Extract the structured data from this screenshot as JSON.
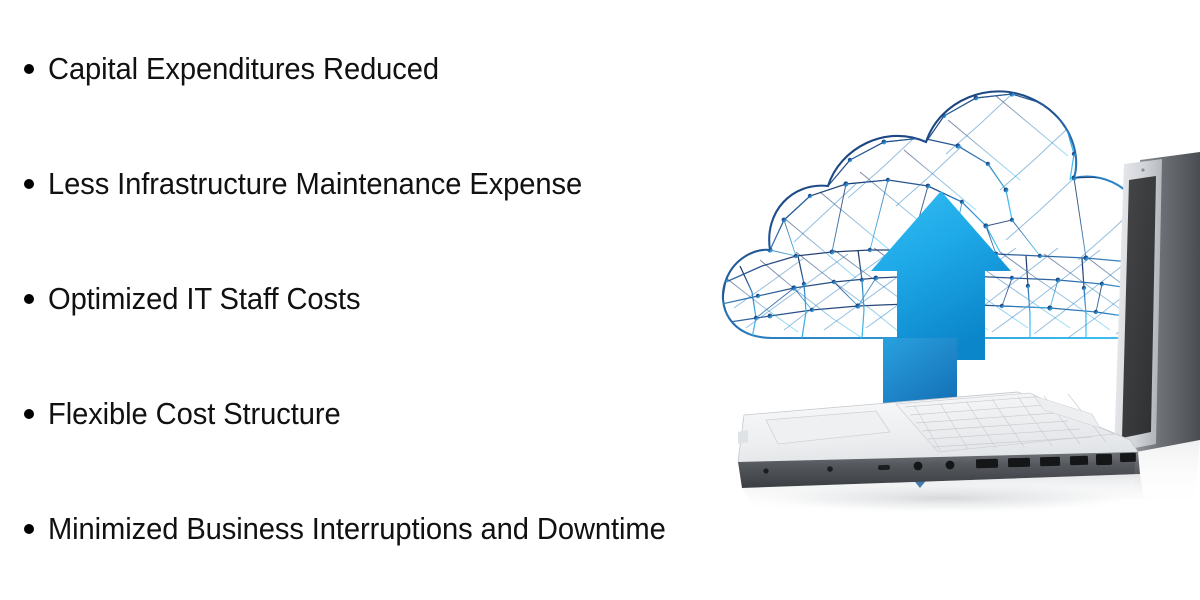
{
  "slide": {
    "background_color": "#ffffff",
    "text_color": "#111111",
    "bullets": [
      {
        "label": "Capital Expenditures Reduced"
      },
      {
        "label": "Less Infrastructure Maintenance Expense"
      },
      {
        "label": "Optimized IT Staff Costs"
      },
      {
        "label": "Flexible Cost Structure"
      },
      {
        "label": "Minimized Business Interruptions and Downtime"
      }
    ]
  },
  "artwork": {
    "name": "cloud-computing-illustration",
    "description": "Wireframe network-mesh cloud above a silver laptop, with an up arrow and a down arrow between them",
    "colors": {
      "mesh_dark": "#1e3a6e",
      "mesh_mid": "#2b7bbd",
      "mesh_light": "#35b4e8",
      "arrow_up_top": "#2ab6ef",
      "arrow_up_bottom": "#0b8fd4",
      "arrow_down_top": "#2196d6",
      "arrow_down_bottom": "#10579c",
      "laptop_body_light": "#f3f4f5",
      "laptop_body_mid": "#d6d8da",
      "laptop_body_dark": "#9ea2a6",
      "laptop_port_strip": "#4a4d51",
      "laptop_screen": "#3b3c3e",
      "laptop_bezel": "#c9ccd0"
    },
    "elements": {
      "cloud": "network-mesh-cloud",
      "arrow_up": "upload-arrow",
      "arrow_down": "download-arrow",
      "laptop": "open-laptop",
      "reflection": "floor-reflection"
    }
  }
}
